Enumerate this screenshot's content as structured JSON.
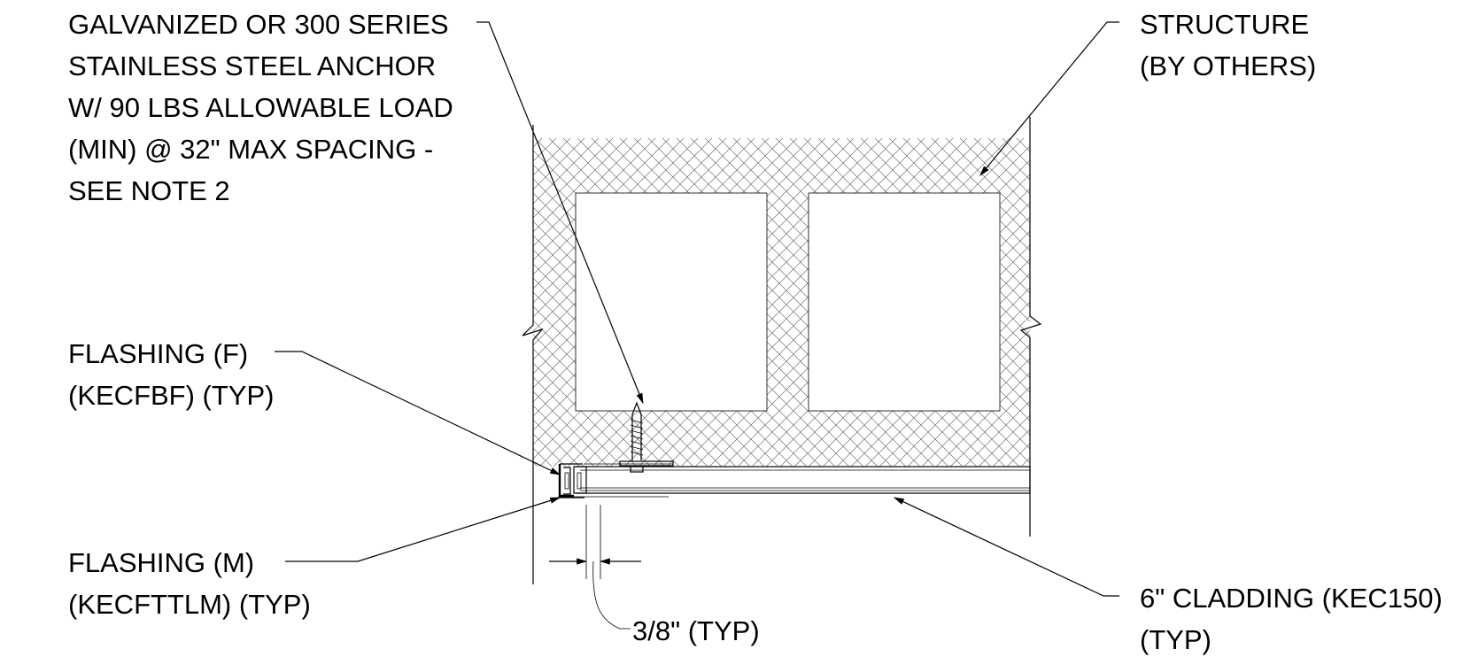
{
  "notes": {
    "anchor": {
      "lines": [
        "GALVANIZED OR 300 SERIES",
        "STAINLESS STEEL ANCHOR",
        "W/ 90 LBS ALLOWABLE LOAD",
        "(MIN) @ 32\" MAX SPACING -",
        "SEE NOTE 2"
      ]
    },
    "structure": {
      "lines": [
        "STRUCTURE",
        "(BY OTHERS)"
      ]
    },
    "flashing_f": {
      "lines": [
        "FLASHING (F)",
        "(KECFBF) (TYP)"
      ]
    },
    "flashing_m": {
      "lines": [
        "FLASHING (M)",
        "(KECFTTLM) (TYP)"
      ]
    },
    "cladding": {
      "lines": [
        "6\" CLADDING (KEC150)",
        "(TYP)"
      ]
    },
    "dimension": {
      "text": "3/8\" (TYP)"
    }
  },
  "colors": {
    "line": "#000000",
    "background": "#ffffff",
    "hatch": "#444444"
  }
}
